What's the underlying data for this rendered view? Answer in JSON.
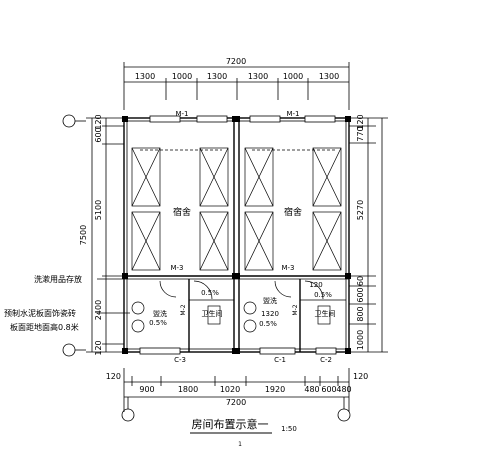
{
  "title": {
    "text": "房间布置示意一",
    "scale": "1:50",
    "page_mark": "1"
  },
  "dimensions": {
    "top_total": "7200",
    "top_segments": [
      "1300",
      "1000",
      "1300",
      "1300",
      "1000",
      "1300"
    ],
    "bottom_segments": [
      "120",
      "900",
      "1800",
      "1020",
      "1920",
      "480",
      "600",
      "480",
      "120"
    ],
    "bottom_total": "7200",
    "left_outer": "7500",
    "left_inner": [
      "120",
      "600",
      "5100",
      "2400",
      "120"
    ],
    "right_inner": [
      "120",
      "770",
      "5270",
      "60",
      "600",
      "800",
      "1000"
    ]
  },
  "rooms": {
    "dorm_left": "宿舍",
    "dorm_right": "宿舍",
    "toilet_left": "卫生间",
    "toilet_right": "卫生间",
    "wash_left": "盥洗",
    "wash_right": "盥洗",
    "wash_right_dim": "1320"
  },
  "doors": {
    "m1_left": "M-1",
    "m1_right": "M-1",
    "m3_left": "M-3",
    "m3_right": "M-3",
    "m2_left": "M-2",
    "m2_right": "M-2"
  },
  "windows": {
    "c3": "C-3",
    "c1": "C-1",
    "c2": "C-2"
  },
  "slopes": {
    "toilet_left": "0.5%",
    "wash_left": "0.5%",
    "toilet_right": "0.5%",
    "wash_right": "0.5%",
    "toilet_right_dim": "120"
  },
  "notes": {
    "storage": "洗漱用品存放",
    "panel_line1": "预制水泥板面饰瓷砖",
    "panel_line2": "板面距地面高0.8米"
  }
}
